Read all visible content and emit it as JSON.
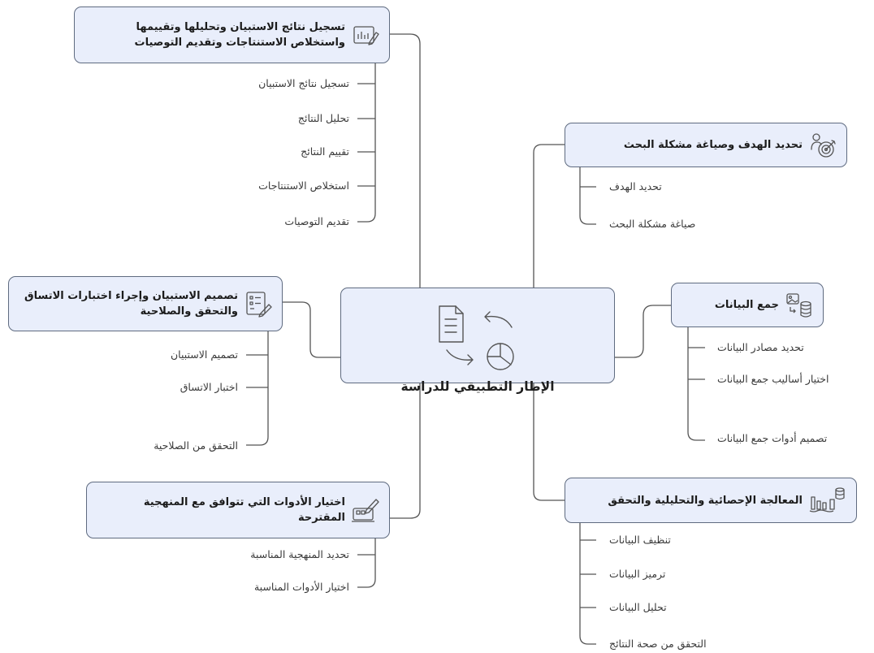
{
  "center": {
    "title": "الإطار التطبيقي للدراسة",
    "icon": "document-pie-cycle-icon"
  },
  "branches": {
    "record": {
      "title": "تسجيل نتائج الاستبيان وتحليلها وتقييمها واستخلاص الاستنتاجات وتقديم التوصيات",
      "icon": "chart-edit-icon",
      "items": [
        "تسجيل نتائج الاستبيان",
        "تحليل النتائج",
        "تقييم النتائج",
        "استخلاص الاستنتاجات",
        "تقديم التوصيات"
      ]
    },
    "goal": {
      "title": "تحديد الهدف وصياغة مشكلة البحث",
      "icon": "target-person-icon",
      "items": [
        "تحديد الهدف",
        "صياغة مشكلة البحث"
      ]
    },
    "collect": {
      "title": "جمع البيانات",
      "icon": "image-database-icon",
      "items": [
        "تحديد مصادر البيانات",
        "اختيار أساليب جمع البيانات",
        "تصميم أدوات جمع البيانات"
      ]
    },
    "design": {
      "title": "تصميم الاستبيان وإجراء اختبارات الاتساق والتحقق والصلاحية",
      "icon": "checklist-edit-icon",
      "items": [
        "تصميم الاستبيان",
        "اختبار الاتساق",
        "التحقق من الصلاحية"
      ]
    },
    "tools": {
      "title": "اختيار الأدوات التي تتوافق مع المنهجية المقترحة",
      "icon": "toolkit-edit-icon",
      "items": [
        "تحديد المنهجية المناسبة",
        "اختيار الأدوات المناسبة"
      ]
    },
    "process": {
      "title": "المعالجة الإحصائية والتحليلية والتحقق",
      "icon": "bars-database-icon",
      "items": [
        "تنظيف البيانات",
        "ترميز البيانات",
        "تحليل البيانات",
        "التحقق من صحة النتائج"
      ]
    }
  },
  "colors": {
    "box_fill": "#e9eefb",
    "box_stroke": "#5f6b80",
    "line": "#555555"
  }
}
